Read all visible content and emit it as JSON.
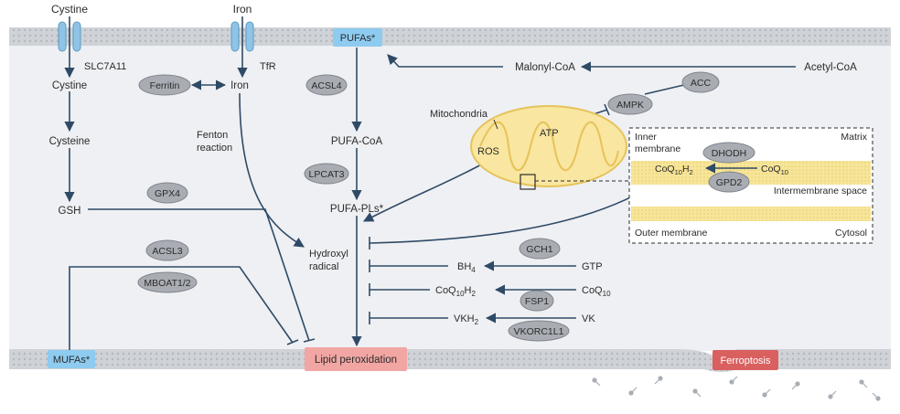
{
  "transport_top": {
    "cystine": "Cystine",
    "iron": "Iron"
  },
  "transporters": {
    "slc7a11": "SLC7A11",
    "tfr": "TfR"
  },
  "left_column": {
    "cystine": "Cystine",
    "cysteine": "Cysteine",
    "gsh": "GSH",
    "iron": "Iron",
    "fenton_line1": "Fenton",
    "fenton_line2": "reaction"
  },
  "center_column": {
    "pufa_coa": "PUFA-CoA",
    "pufa_pls": "PUFA-PLs*",
    "hydroxyl_line1": "Hydroxyl",
    "hydroxyl_line2": "radical"
  },
  "enzymes": {
    "ferritin": "Ferritin",
    "acsl4": "ACSL4",
    "lpcat3": "LPCAT3",
    "gpx4": "GPX4",
    "acsl3": "ACSL3",
    "mboat": "MBOAT1/2",
    "ampk": "AMPK",
    "acc": "ACC",
    "dhodh": "DHODH",
    "gpd2": "GPD2",
    "gch1": "GCH1",
    "fsp1": "FSP1",
    "vkorc1l1": "VKORC1L1"
  },
  "boxes": {
    "pufas": "PUFAs*",
    "mufas": "MUFAs*",
    "lipid_peroxidation": "Lipid peroxidation",
    "ferroptosis": "Ferroptosis"
  },
  "pathway_top": {
    "malonyl_coa": "Malonyl-CoA",
    "acetyl_coa": "Acetyl-CoA"
  },
  "mito": {
    "label": "Mitochondria",
    "ros": "ROS",
    "atp": "ATP"
  },
  "inset": {
    "inner_line1": "Inner",
    "inner_line2": "membrane",
    "matrix": "Matrix",
    "intermembrane": "Intermembrane space",
    "outer": "Outer membrane",
    "cytosol": "Cytosol",
    "coq_red_base": "CoQ",
    "coq_red_sub": "10",
    "coq_red_tail": "H",
    "coq_red_tail_sub": "2",
    "coq_ox_base": "CoQ",
    "coq_ox_sub": "10"
  },
  "cofactors": {
    "bh4_base": "BH",
    "bh4_sub": "4",
    "gtp": "GTP",
    "coqh2_base": "CoQ",
    "coqh2_sub": "10",
    "coqh2_tail": "H",
    "coqh2_tail_sub": "2",
    "coq_base": "CoQ",
    "coq_sub": "10",
    "vkh2_base": "VKH",
    "vkh2_sub": "2",
    "vk": "VK"
  },
  "colors": {
    "membrane": "#cfd3d7",
    "membrane_dots": "#a8aeb4",
    "interior": "#eef0f3",
    "arrow": "#2f4a66",
    "enzyme_fill": "#a9adb3",
    "enzyme_stroke": "#7f848b",
    "pufa_box": "#8ecbf0",
    "lipid_box": "#f2a6a3",
    "ferroptosis_box": "#d9605f",
    "mito_fill": "#f9e6a0",
    "mito_stroke": "#e6c35a",
    "transporter": "#8fc4e6"
  }
}
